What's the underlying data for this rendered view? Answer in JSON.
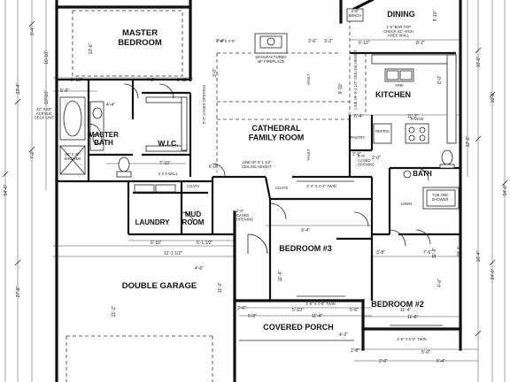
{
  "rooms": {
    "master_bedroom": "MASTER\nBEDROOM",
    "dining": "DINING",
    "kitchen": "KITCHEN",
    "master_bath": "MASTER\nBATH",
    "wic": "W.I.C.",
    "family_room": "CATHEDRAL\nFAMILY ROOM",
    "laundry": "LAUNDRY",
    "mud_room": "MUD\nROOM",
    "bedroom3": "BEDROOM #3",
    "bath": "BATH",
    "double_garage": "DOUBLE GARAGE",
    "bedroom2": "BEDROOM #2",
    "covered_porch": "COVERED PORCH"
  },
  "notes": {
    "fireplace": "MANUFACTURED\n36\" FIREPLACE",
    "vault1": "VAULT",
    "vault2": "VAULT",
    "bar_top": "1'-6\" BAR TOP\nCHECK 42\" HIGH\nKNEE WALL",
    "sink": "SINK",
    "range": "RANGE",
    "refrig": "REFRIG",
    "pantry": "PANTRY",
    "line_of_ceiling": "LINE OF 9'-1 1/2\"\nCEILING HEIGHT",
    "line_of_ceiling_v": "LINE OF 9'-1 1/2\" CEILING HEIGHT",
    "knee_wall": "2 X 6 WALL",
    "coats1": "COATS",
    "coats2": "COATS",
    "cased_opening1": "5'-0\"\nCASED\nOPENING",
    "cased_opening2": "2'-0\"\nCASED\nOPENING",
    "cased_opening3": "2'-0\"\nCASED\nOPENING",
    "acrylic_tub": "42\" X 60\"\nACRYLIC\nDECK UNIT",
    "shower": "48\" X 42\"\nSHOWER",
    "tub_shower": "TUB AND\nSHOWER",
    "linen": "LINEN",
    "bench": "2'-6\"\nBENCH",
    "twin1": "2'-8\" X 4'-8\" TWIN",
    "twin2": "2'-8\" X 5'-0\" TWIN",
    "twin3": "2'-4\" X 4'-4\" TWIN",
    "shelf": "2'-0\" X 3'-6\""
  },
  "dims": {
    "left_total": "54'-0\"",
    "left_upper": "23'-4\"",
    "left_lower": "27'-8\"",
    "left_a": "9'-4\"",
    "left_b": "16'-10\"",
    "left_c": "7'-2\"",
    "left_d": "13'-6\"",
    "left_e": "10'-10\"",
    "right_total": "54'-0\"",
    "right_a": "18'-6\"",
    "right_b": "24'-0\"",
    "right_c": "10'-6\"",
    "right_d": "16'-4\"",
    "right_e": "12'-6\"",
    "right_f": "9'-10\"",
    "garage_w": "21'-2\"",
    "garage_h": "19'-4\"",
    "mb_w1": "9'-10\"",
    "mb_w2": "4'-2\"",
    "mb_w3": "3'-8\"",
    "mb_w4": "5'-8\"",
    "wic_w": "7'-10\"",
    "laundry_w": "6'-10\"",
    "mud_w": "6'-1 1/2\"",
    "garage_top": "12'-1 1/2\"",
    "b3_w": "9'-4\"",
    "b3_h": "11'-6\"",
    "porch_w1": "5'-0\"",
    "porch_w2": "5'-10\"",
    "porch_w3": "11'-4\"",
    "b2_w": "11'-8\"",
    "b2_h": "7'-6\"",
    "bath_w": "3'-8\"",
    "dining_w": "6'-10\"",
    "dining_w2": "8'-2\"",
    "kitchen_w": "11'-3\"",
    "fam_h": "9'-10\"",
    "fam_w": "3'-6\"",
    "fam_w2": "6'-4\"",
    "fam_w3": "3'-2\"",
    "fam_a": "3'-0\"",
    "fam_b": "2'-4\"",
    "fam_c": "4'-4\"",
    "fam_d": "6'-0\"",
    "fam_e": "2'-0\"",
    "fam_f": "2'-6\"",
    "fam_g": "4'-6\"",
    "fam_h2": "3'-0\"",
    "stub1": "4'-2\"",
    "stub2": "2'-6\"",
    "stub3": "5'-0\"",
    "stub4": "2'-8\"",
    "stub5": "2'-0\"",
    "stub6": "6'-4\"",
    "stub7": "5'-6\"",
    "stub8": "11'-0\"",
    "stub9": "11'-4\"",
    "stub10": "8'-0\"",
    "stub11": "4'-6\"",
    "stub12": "11'-6\""
  }
}
